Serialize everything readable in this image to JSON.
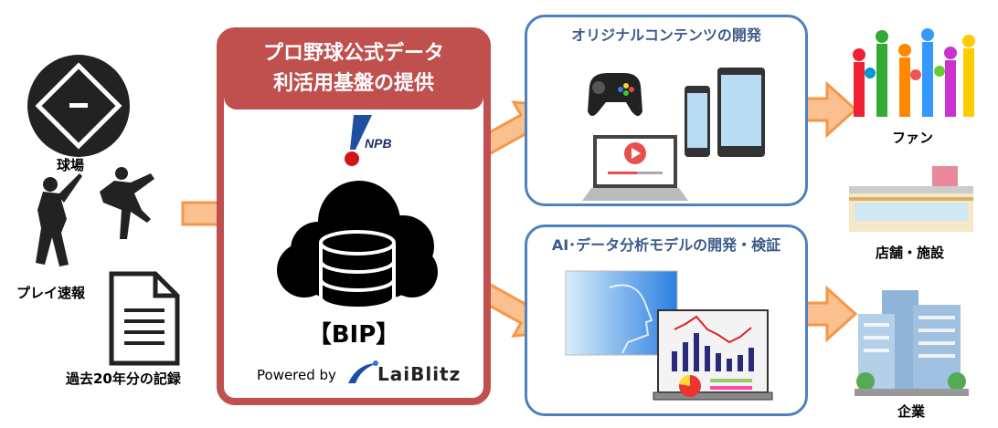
{
  "sources": {
    "stadium_label": "球場",
    "play_label": "プレイ速報",
    "records_label": "過去20年分の記録"
  },
  "platform": {
    "title_line1": "プロ野球公式データ",
    "title_line2": "利活用基盤の提供",
    "logo_text": "NPB",
    "name": "【BIP】",
    "powered_by": "Powered by",
    "vendor_logo_text": "LaiBlitz"
  },
  "outputs": {
    "content_title": "オリジナルコンテンツの開発",
    "ai_title": "AI･データ分析モデルの開発・検証"
  },
  "beneficiaries": {
    "fans_label": "ファン",
    "stores_label": "店舗・施設",
    "companies_label": "企業"
  },
  "colors": {
    "platform_red": "#c0504d",
    "box_blue": "#4f81bd",
    "arrow_fill": "#fac090",
    "arrow_stroke": "#f79646"
  }
}
